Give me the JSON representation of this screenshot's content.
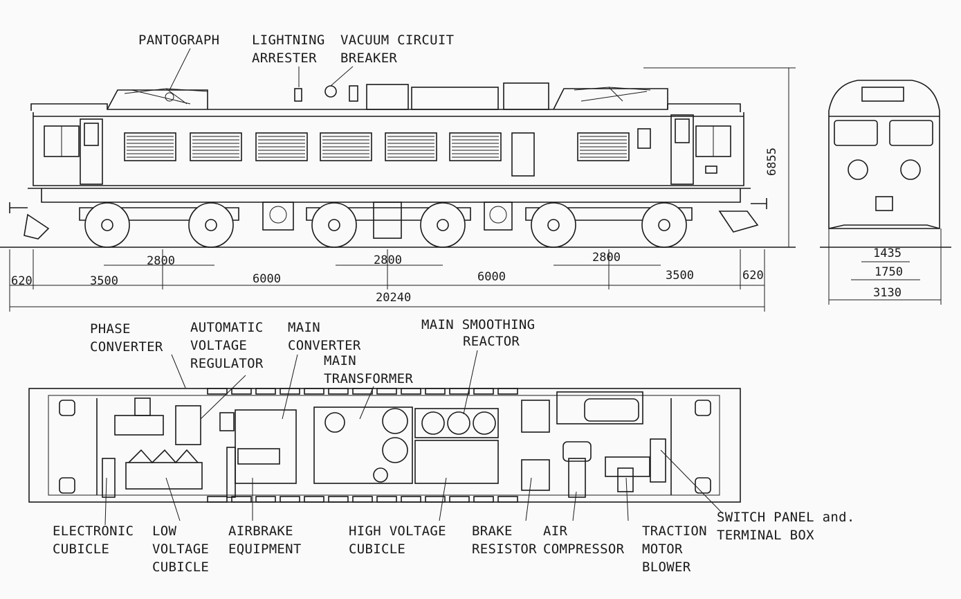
{
  "side_labels": {
    "pantograph": "PANTOGRAPH",
    "lightning_1": "LIGHTNING",
    "lightning_2": "ARRESTER",
    "vcb_1": "VACUUM CIRCUIT",
    "vcb_2": "BREAKER"
  },
  "dimensions": {
    "d620_left": "620",
    "d3500_left": "3500",
    "d2800_a": "2800",
    "d6000_a": "6000",
    "d2800_b": "2800",
    "d6000_b": "6000",
    "d2800_c": "2800",
    "d3500_right": "3500",
    "d620_right": "620",
    "d20240": "20240",
    "d6855": "6855",
    "d1435": "1435",
    "d1750": "1750",
    "d3130": "3130"
  },
  "plan_labels": {
    "phase_1": "PHASE",
    "phase_2": "CONVERTER",
    "avr_1": "AUTOMATIC",
    "avr_2": "VOLTAGE",
    "avr_3": "REGULATOR",
    "mconv_1": "MAIN",
    "mconv_2": "CONVERTER",
    "mtrans_1": "MAIN",
    "mtrans_2": "TRANSFORMER",
    "msr_1": "MAIN SMOOTHING",
    "msr_2": "REACTOR",
    "elec_1": "ELECTRONIC",
    "elec_2": "CUBICLE",
    "lv_1": "LOW",
    "lv_2": "VOLTAGE",
    "lv_3": "CUBICLE",
    "ab_1": "AIRBRAKE",
    "ab_2": "EQUIPMENT",
    "hv_1": "HIGH VOLTAGE",
    "hv_2": "CUBICLE",
    "br_1": "BRAKE",
    "br_2": "RESISTOR",
    "ac_1": "AIR",
    "ac_2": "COMPRESSOR",
    "tm_1": "TRACTION",
    "tm_2": "MOTOR",
    "tm_3": "BLOWER",
    "sw_1": "SWITCH PANEL and.",
    "sw_2": "TERMINAL BOX"
  }
}
